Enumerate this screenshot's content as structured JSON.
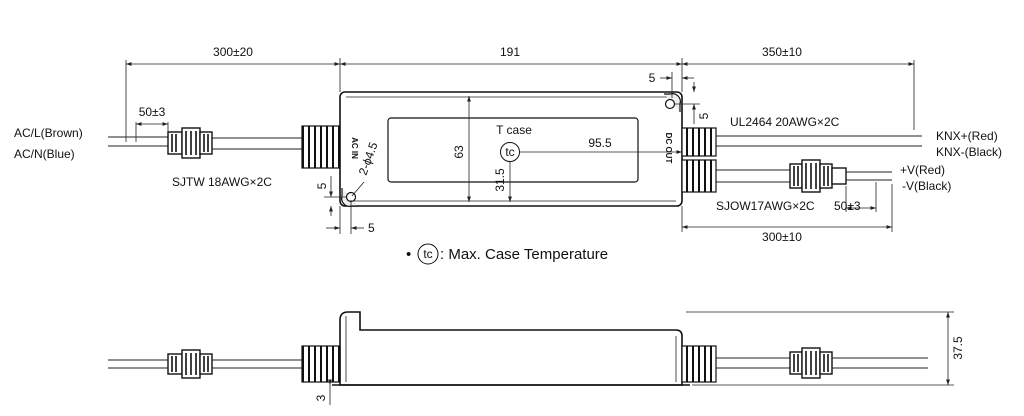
{
  "top_view": {
    "dim_input_cable": "300±20",
    "dim_case_length": "191",
    "dim_knx_cable": "350±10",
    "dim_strip_left": "50±3",
    "dim_hole_top_offset": "5",
    "dim_hole_side_offset_right": "5",
    "dim_hole_bottom_offset": "5",
    "dim_hole_side_offset_left": "5",
    "dim_case_width": "63",
    "dim_tc_height": "31.5",
    "dim_tc_length": "95.5",
    "dim_strip_right": "50±3",
    "dim_output_cable": "300±10",
    "tc_title": "T case",
    "tc_symbol": "tc",
    "hole_note": "2-ϕ4.5",
    "ac_in_mark": "AC IN",
    "dc_out_mark": "DC OUT",
    "label_ac_l": "AC/L(Brown)",
    "label_ac_n": "AC/N(Blue)",
    "label_input_cable": "SJTW 18AWG×2C",
    "label_knx_cable": "UL2464 20AWG×2C",
    "label_knx_plus": "KNX+(Red)",
    "label_knx_minus": "KNX-(Black)",
    "label_v_plus": "+V(Red)",
    "label_v_minus": "-V(Black)",
    "label_output_cable": "SJOW17AWG×2C"
  },
  "legend": {
    "bullet": "•",
    "symbol": "tc",
    "text": ": Max. Case Temperature"
  },
  "side_view": {
    "dim_height": "37.5",
    "dim_base": "3"
  }
}
